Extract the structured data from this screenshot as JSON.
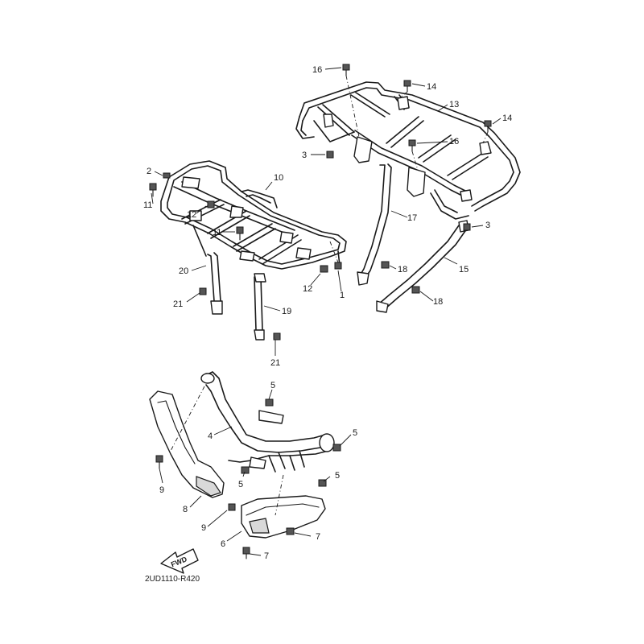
{
  "diagram": {
    "drawing_code": "2UD1110-R420",
    "fwd_label": "FWD",
    "callouts": {
      "c1": "1",
      "c2": "2",
      "c3a": "3",
      "c3b": "3",
      "c4": "4",
      "c5a": "5",
      "c5b": "5",
      "c5c": "5",
      "c5d": "5",
      "c6": "6",
      "c7a": "7",
      "c7b": "7",
      "c8": "8",
      "c9a": "9",
      "c9b": "9",
      "c10": "10",
      "c11a": "11",
      "c11b": "11",
      "c12a": "12",
      "c12b": "12",
      "c13": "13",
      "c14a": "14",
      "c14b": "14",
      "c15": "15",
      "c16a": "16",
      "c16b": "16",
      "c17": "17",
      "c18a": "18",
      "c18b": "18",
      "c19": "19",
      "c20": "20",
      "c21a": "21",
      "c21b": "21"
    }
  }
}
